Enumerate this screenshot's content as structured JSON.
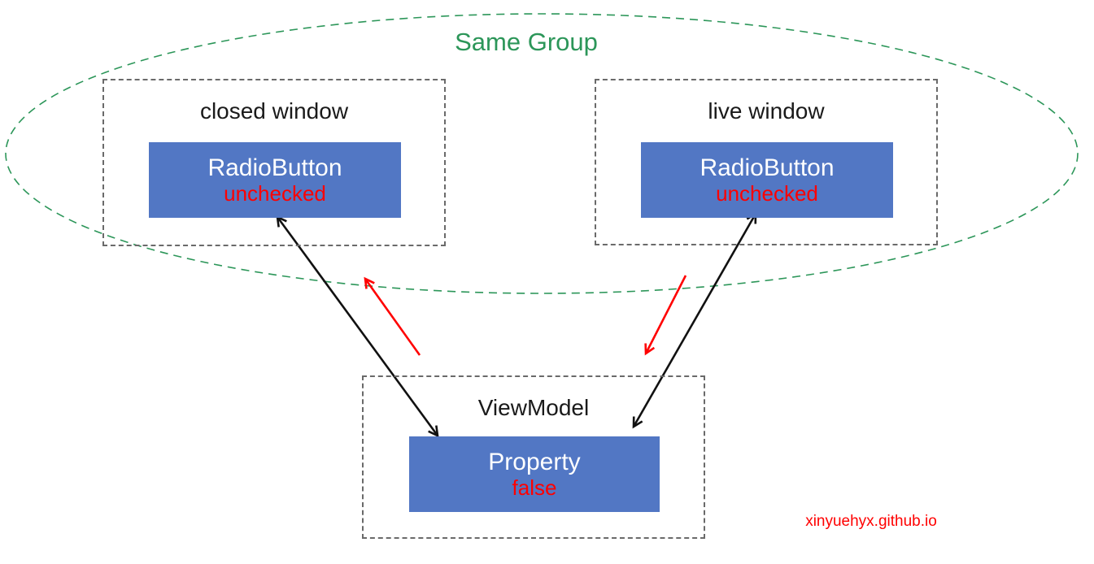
{
  "diagram": {
    "group_label": "Same Group",
    "watermark": "xinyuehyx.github.io"
  },
  "nodes": {
    "closed_window": {
      "title": "closed window",
      "control": "RadioButton",
      "state": "unchecked"
    },
    "live_window": {
      "title": "live window",
      "control": "RadioButton",
      "state": "unchecked"
    },
    "viewmodel": {
      "title": "ViewModel",
      "control": "Property",
      "state": "false"
    }
  },
  "colors": {
    "accent_blue": "#5277c4",
    "group_green": "#2c9659",
    "state_red": "#ff0000",
    "arrow_black": "#111111",
    "border_gray": "#6a6a6a",
    "text_black": "#1a1a1a"
  }
}
